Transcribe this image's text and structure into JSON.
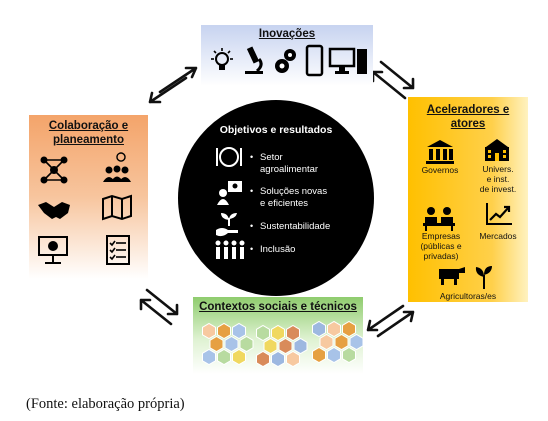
{
  "inovacoes": {
    "title": "Inovações",
    "icons": [
      "lightbulb-icon",
      "microscope-icon",
      "gears-icon",
      "smartphone-icon",
      "desktop-computer-icon"
    ]
  },
  "aceleradores": {
    "title_line1": "Aceleradores e",
    "title_line2": "atores",
    "items": [
      {
        "label_lines": [
          "Governos"
        ],
        "icon": "government-building-icon"
      },
      {
        "label_lines": [
          "Univers.",
          "e inst.",
          "de invest."
        ],
        "icon": "university-icon"
      },
      {
        "label_lines": [
          "Empresas",
          "(públicas e",
          "privadas)"
        ],
        "icon": "meeting-icon"
      },
      {
        "label_lines": [
          "Mercados"
        ],
        "icon": "rising-chart-icon"
      },
      {
        "label_lines": [
          "Agricultoras/es"
        ],
        "icon": "cow-plant-icon"
      }
    ]
  },
  "colaboracao": {
    "title_line1": "Colaboração e",
    "title_line2": "planeamento",
    "icons": [
      "network-icon",
      "group-icon",
      "handshake-icon",
      "map-icon",
      "presentation-icon",
      "checklist-icon"
    ]
  },
  "contextos": {
    "title": "Contextos sociais e técnicos",
    "icon": "hexagon-grid-icon"
  },
  "center": {
    "title": "Objetivos e resultados",
    "items": [
      {
        "lines": [
          "Setor",
          "agroalimentar"
        ],
        "icon": "plate-icon"
      },
      {
        "lines": [
          "Soluções novas",
          "e eficientes"
        ],
        "icon": "idea-person-icon"
      },
      {
        "lines": [
          "Sustentabilidade"
        ],
        "icon": "plant-hand-icon"
      },
      {
        "lines": [
          "Inclusão"
        ],
        "icon": "people-icon"
      }
    ],
    "bullet": "•"
  },
  "caption": "(Fonte: elaboração própria)",
  "colors": {
    "inovacoes": "#c7d3f0",
    "aceleradores": "#ffc000",
    "colaboracao": "#f4a46a",
    "contextos": "#8fcc6e",
    "center": "#000000"
  }
}
